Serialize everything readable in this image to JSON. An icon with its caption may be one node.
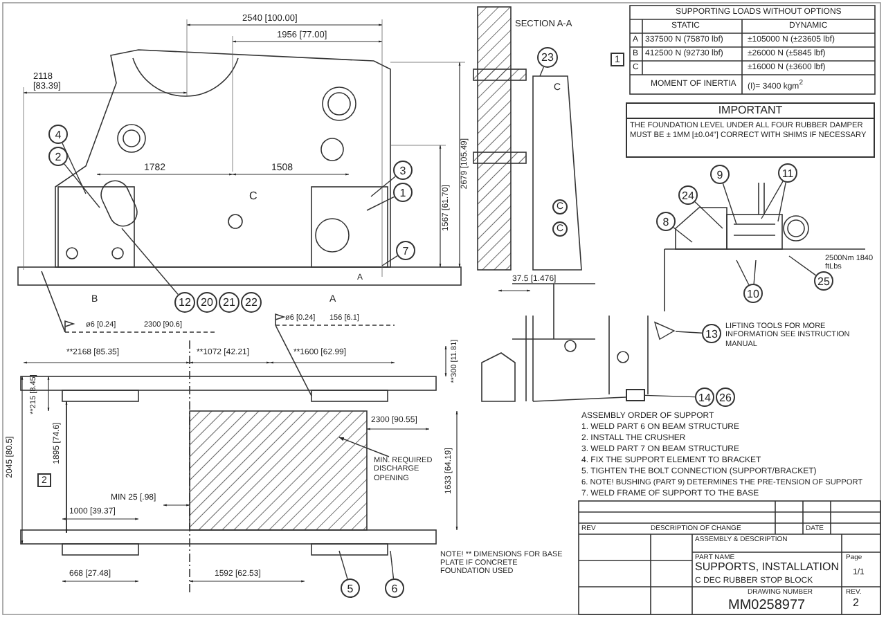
{
  "diagram": {
    "nodes": [
      {
        "text": [
          "4"
        ]
      },
      {
        "text": [
          "2"
        ]
      },
      {
        "text": [
          "3"
        ]
      },
      {
        "text": [
          "1"
        ]
      },
      {
        "text": [
          "7"
        ]
      },
      {
        "text": [
          "12"
        ]
      },
      {
        "text": [
          "20"
        ]
      },
      {
        "text": [
          "21"
        ]
      },
      {
        "text": [
          "22"
        ]
      },
      {
        "text": [
          "23"
        ]
      },
      {
        "text": [
          "C"
        ]
      },
      {
        "text": [
          "C"
        ]
      },
      {
        "text": [
          "9"
        ]
      },
      {
        "text": [
          "11"
        ]
      },
      {
        "text": [
          "24"
        ]
      },
      {
        "text": [
          "8"
        ]
      },
      {
        "text": [
          "25"
        ]
      },
      {
        "text": [
          "10"
        ]
      },
      {
        "text": [
          "13"
        ],
        "beside": [
          "LIFTING TOOLS FOR MORE INFORMATION SEE INSTRUCTION MANUAL"
        ]
      },
      {
        "text": [
          "14"
        ]
      },
      {
        "text": [
          "26"
        ]
      },
      {
        "text": [
          "2"
        ]
      },
      {
        "text": [
          "MIN. REQUIRED DISCHARGE OPENING"
        ]
      },
      {
        "text": [
          "5"
        ]
      },
      {
        "text": [
          "6"
        ]
      },
      {
        "text": [
          "1"
        ]
      },
      {
        "text": [],
        "shape": "picture"
      },
      {
        "text": [],
        "shape": "box"
      },
      {
        "text": [
          "IMPORTANT",
          "THE FOUNDATION LEVEL UNDER ALL FOUR RUBBER DAMPER MUST BE ± 1MM [±0.04\"] CORRECT WITH SHIMS IF NECESSARY"
        ]
      }
    ],
    "edges": [
      {
        "from": 0,
        "to": null,
        "arrow": "none"
      },
      {
        "from": 1,
        "to": null,
        "arrow": "none"
      },
      {
        "from": 2,
        "to": null,
        "arrow": "none"
      },
      {
        "from": 3,
        "to": null,
        "arrow": "none"
      },
      {
        "from": 4,
        "to": null,
        "arrow": "none"
      },
      {
        "from": 5,
        "to": null,
        "arrow": "none"
      },
      {
        "from": 9,
        "to": null,
        "arrow": "none"
      },
      {
        "from": 12,
        "to": null,
        "arrow": "none"
      },
      {
        "from": 13,
        "to": null,
        "arrow": "none"
      },
      {
        "from": 13,
        "to": null,
        "arrow": "none"
      },
      {
        "from": 14,
        "to": null,
        "arrow": "none"
      },
      {
        "from": 15,
        "to": null,
        "arrow": "none"
      },
      {
        "from": 16,
        "to": null,
        "arrow": "none"
      },
      {
        "from": 17,
        "to": null,
        "arrow": "none"
      },
      {
        "from": 17,
        "to": null,
        "arrow": "none"
      },
      {
        "from": 18,
        "to": 26,
        "arrow": "none"
      },
      {
        "from": 19,
        "to": 27,
        "arrow": "none"
      },
      {
        "from": 22,
        "to": null,
        "arrow": "to"
      },
      {
        "from": 23,
        "to": null,
        "arrow": "none"
      },
      {
        "from": 24,
        "to": null,
        "arrow": "none"
      }
    ],
    "labels": [
      "2540 [100.00]",
      "1956 [77.00]",
      "2118 [83.39]",
      "1782",
      "1508",
      "C",
      "2679 [105.49]",
      "1567 [61.70]",
      "B",
      "A",
      "A",
      "ø6 [0.24]",
      "2300 [90.6]",
      "ø6 [0.24]",
      "156 [6.1]",
      "SECTION A-A",
      "C",
      "37.5 [1.476]",
      "SUPPORTING LOADS WITHOUT OPTIONS",
      "STATIC",
      "DYNAMIC",
      "A",
      "337500 N (75870 lbf)",
      "±105000 N (±23605 lbf)",
      "B",
      "412500 N (92730 lbf)",
      "±26000 N (±5845 lbf)",
      "C",
      "±16000 N (±3600 lbf)",
      "MOMENT OF INERTIA",
      "(I)= 3400 kgm$^{2}$",
      "2500Nm 1840 ftLbs",
      "**2168 [85.35]",
      "**1072 [42.21]",
      "**1600 [62.99]",
      "**300 [11.81]",
      "**215 [8.45]",
      "2045 [80.5]",
      "1895 [74.6]",
      "2300 [90.55]",
      "MIN 25 [.98]",
      "1633 [64.19]",
      "1000 [39.37]",
      "668 [27.48]",
      "1592 [62.53]",
      "NOTE! ** DIMENSIONS FOR BASE PLATE IF CONCRETE FOUNDATION USED",
      "ASSEMBLY ORDER OF SUPPORT",
      "1. WELD PART 6 ON BEAM STRUCTURE",
      "2. INSTALL THE CRUSHER",
      "3. WELD PART 7 ON BEAM STRUCTURE",
      "4. FIX THE SUPPORT ELEMENT TO BRACKET",
      "5. TIGHTEN THE BOLT CONNECTION (SUPPORT/BRACKET)",
      "6. NOTE! BUSHING (PART 9) DETERMINES THE PRE-TENSION OF SUPPORT",
      "7. WELD FRAME OF SUPPORT TO THE BASE",
      "REV",
      "DESCRIPTION OF CHANGE",
      "DATE",
      "ASSEMBLY & DESCRIPTION",
      "PART NAME",
      "SUPPORTS, INSTALLATION",
      "C DEC RUBBER STOP BLOCK",
      "DRAWING NUMBER",
      "MM0258977",
      "REV.",
      "2",
      "Page",
      "1/1"
    ]
  }
}
